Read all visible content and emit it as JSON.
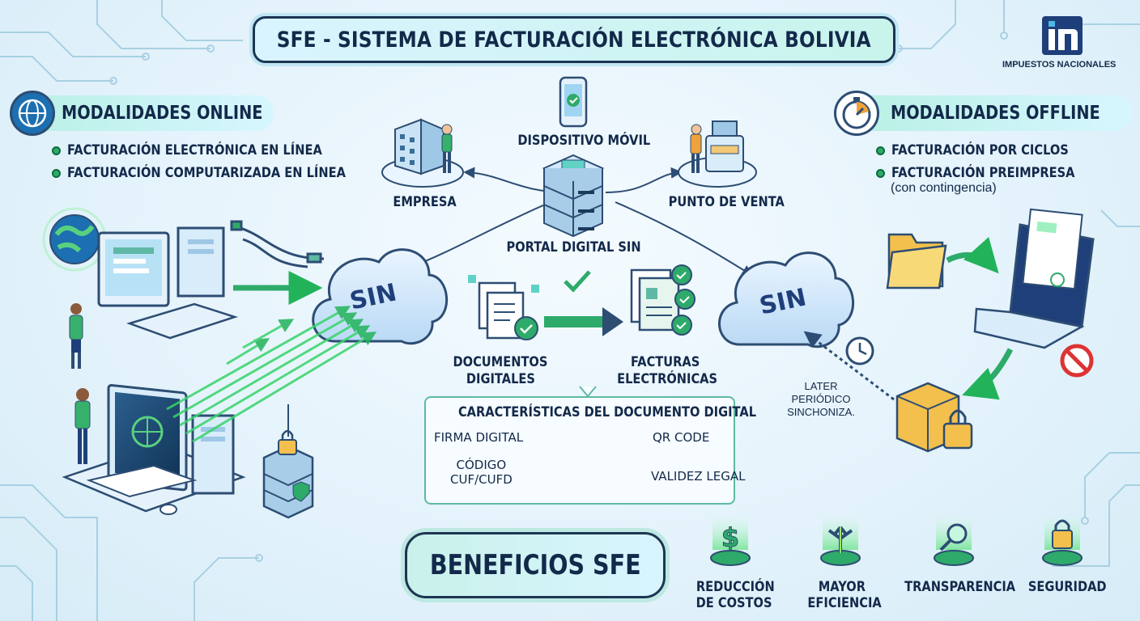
{
  "title": "SFE - SISTEMA DE FACTURACIÓN ELECTRÓNICA BOLIVIA",
  "logo": {
    "text": "IMPUESTOS NACIONALES",
    "color": "#1f3f7a"
  },
  "online": {
    "heading": "MODALIDADES ONLINE",
    "items": [
      "FACTURACIÓN ELECTRÓNICA EN LÍNEA",
      "FACTURACIÓN COMPUTARIZADA EN LÍNEA"
    ]
  },
  "offline": {
    "heading": "MODALIDADES OFFLINE",
    "items": [
      "FACTURACIÓN POR CICLOS",
      "FACTURACIÓN PREIMPRESA"
    ],
    "note": "(con contingencia)"
  },
  "nodes": {
    "mobile": "DISPOSITIVO MÓVIL",
    "company": "EMPRESA",
    "pos": "PUNTO DE VENTA",
    "portal": "PORTAL DIGITAL SIN",
    "cloud_left": "SIN",
    "cloud_right": "SIN"
  },
  "flow": {
    "documents": [
      "DOCUMENTOS",
      "DIGITALES"
    ],
    "invoices": [
      "FACTURAS",
      "ELECTRÓNICAS"
    ]
  },
  "sync_note": [
    "LATER",
    "PERIÓDICO",
    "SINCHONIZA."
  ],
  "characteristics": {
    "title": "CARACTERÍSTICAS DEL DOCUMENTO DIGITAL",
    "firma": "FIRMA DIGITAL",
    "codigo": [
      "CÓDIGO",
      "CUF/CUFD"
    ],
    "qr": "QR CODE",
    "validez": "VALIDEZ LEGAL"
  },
  "benefits": {
    "heading": "BENEFICIOS SFE",
    "items": [
      {
        "lines": [
          "REDUCCIÓN",
          "DE COSTOS"
        ],
        "icon": "dollar-icon"
      },
      {
        "lines": [
          "MAYOR",
          "EFICIENCIA"
        ],
        "icon": "arrows-up-icon"
      },
      {
        "lines": [
          "TRANSPARENCIA"
        ],
        "icon": "magnifier-icon"
      },
      {
        "lines": [
          "SEGURIDAD"
        ],
        "icon": "padlock-icon"
      }
    ]
  },
  "colors": {
    "accent_green": "#2eaa6a",
    "navy": "#13294a",
    "cloud": "#cfe6fb"
  }
}
